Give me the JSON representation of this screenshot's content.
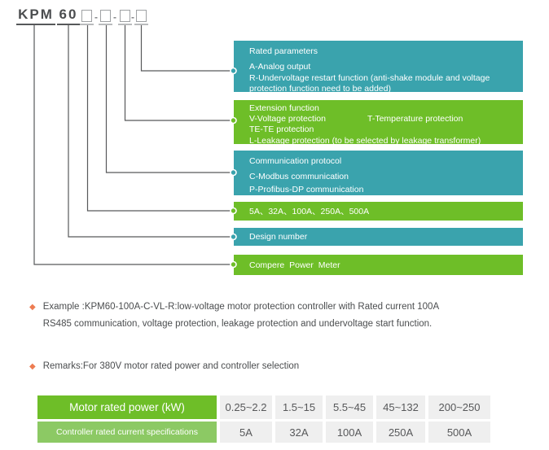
{
  "model_code": {
    "family": "KPM",
    "series": "60",
    "separator": "-"
  },
  "callouts": [
    {
      "id": "rated-parameters",
      "color": "#3aa3ad",
      "title": "Rated parameters",
      "lines": [
        "A-Analog output",
        "R-Undervoltage restart function (anti-shake module and voltage protection function need to be added)"
      ]
    },
    {
      "id": "extension-function",
      "color": "#6ebe28",
      "title": "Extension function",
      "columns": [
        "V-Voltage protection",
        "T-Temperature protection"
      ],
      "lines": [
        "TE-TE protection",
        "L-Leakage protection (to be selected by leakage transformer)"
      ]
    },
    {
      "id": "communication-protocol",
      "color": "#3aa3ad",
      "title": "Communication protocol",
      "lines": [
        "C-Modbus communication",
        "P-Profibus-DP communication"
      ]
    },
    {
      "id": "current-rating",
      "color": "#6ebe28",
      "title": "5A、32A、100A、250A、500A"
    },
    {
      "id": "design-number",
      "color": "#3aa3ad",
      "title": "Design number"
    },
    {
      "id": "product-name",
      "color": "#6ebe28",
      "title": "Compere Power Meter"
    }
  ],
  "example": {
    "bullet": "◆",
    "line1": "Example :KPM60-100A-C-VL-R:low-voltage motor protection controller with Rated current 100A",
    "line2": "RS485 communication, voltage protection, leakage protection and undervoltage start function."
  },
  "remarks": {
    "bullet": "◆",
    "text": "Remarks:For 380V motor rated power and controller selection"
  },
  "spec_table": {
    "rows": [
      {
        "header": "Motor rated power (kW)",
        "cells": [
          "0.25~2.2",
          "1.5~15",
          "5.5~45",
          "45~132",
          "200~250"
        ]
      },
      {
        "header": "Controller rated current specifications",
        "cells": [
          "5A",
          "32A",
          "100A",
          "250A",
          "500A"
        ]
      }
    ]
  },
  "colors": {
    "teal": "#3aa3ad",
    "green": "#6ebe28",
    "light_green": "#8cc964",
    "bullet_orange": "#ed7c52",
    "line_gray": "#58595b",
    "cell_gray": "#efefef"
  }
}
